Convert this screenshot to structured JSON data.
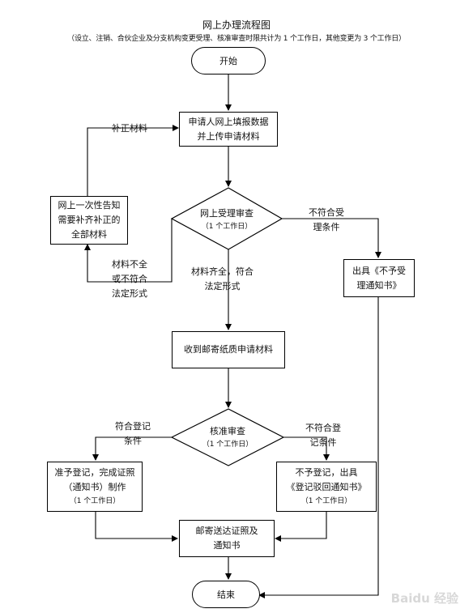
{
  "header": {
    "title": "网上办理流程图",
    "subtitle": "（设立、注销、合伙企业及分支机构变更受理、核准审查时限共计为 1 个工作日，其他变更为 3 个工作日）"
  },
  "nodes": {
    "start": "开始",
    "submit": {
      "line1": "申请人网上填报数据",
      "line2": "并上传申请材料"
    },
    "notify_missing": {
      "line1": "网上一次性告知",
      "line2": "需要补齐补正的",
      "line3": "全部材料"
    },
    "online_review": {
      "label": "网上受理审查",
      "time": "（1 个工作日）"
    },
    "reject_notice": {
      "line1": "出具《不予受",
      "line2": "理通知书》"
    },
    "receive_paper": "收到邮寄纸质申请材料",
    "approval_review": {
      "label": "核准审查",
      "time": "（1 个工作日）"
    },
    "approve": {
      "line1": "准予登记，完成证照",
      "line2": "（通知书）制作",
      "time": "（1 个工作日）"
    },
    "deny": {
      "line1": "不予登记，出具",
      "line2": "《登记驳回通知书》",
      "time": "（1 个工作日）"
    },
    "mail": {
      "line1": "邮寄送达证照及",
      "line2": "通知书"
    },
    "end": "结束"
  },
  "edge_labels": {
    "supplement": "补正材料",
    "incomplete": {
      "line1": "材料不全",
      "line2": "或不符合",
      "line3": "法定形式"
    },
    "complete": {
      "line1": "材料齐全，符合",
      "line2": "法定形式"
    },
    "not_accept": {
      "line1": "不符合受",
      "line2": "理条件"
    },
    "meets_reg": {
      "line1": "符合登记",
      "line2": "条件"
    },
    "not_meet_reg": {
      "line1": "不符合登",
      "line2": "记条件"
    }
  },
  "watermark": "Baidu 经验"
}
